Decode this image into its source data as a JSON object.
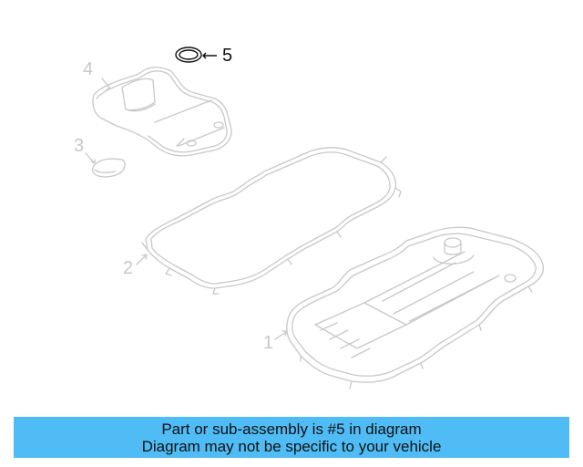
{
  "diagram": {
    "highlighted_part": "5",
    "line_color": "#c8c8c8",
    "highlight_color": "#111111",
    "callouts": [
      {
        "number": "1",
        "part": "transmission-oil-pan"
      },
      {
        "number": "2",
        "part": "oil-pan-gasket"
      },
      {
        "number": "3",
        "part": "filter-seal"
      },
      {
        "number": "4",
        "part": "transmission-filter"
      },
      {
        "number": "5",
        "part": "o-ring-seal"
      }
    ]
  },
  "banner": {
    "line1": "Part or sub-assembly is #5 in diagram",
    "line2": "Diagram may not be specific to your vehicle",
    "background": "#4fbcf5"
  }
}
